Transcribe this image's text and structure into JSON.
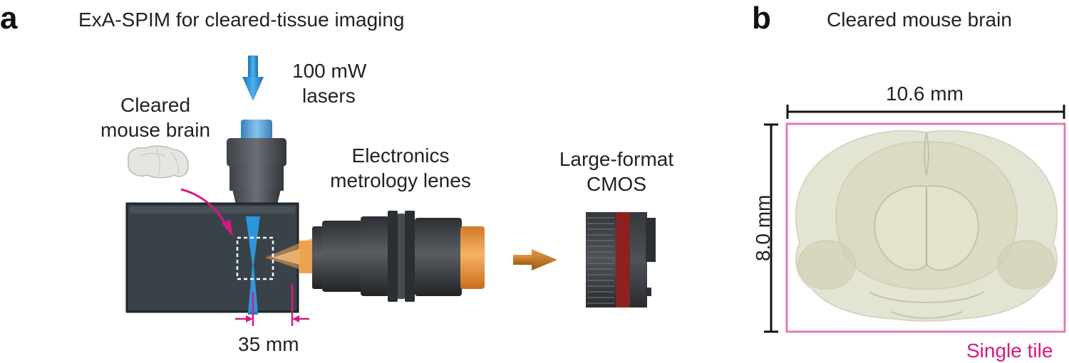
{
  "panel_a": {
    "letter": "a",
    "title": "ExA-SPIM for cleared-tissue imaging",
    "labels": {
      "laser_line1": "100 mW",
      "laser_line2": "lasers",
      "brain_line1": "Cleared",
      "brain_line2": "mouse brain",
      "lens_line1": "Electronics",
      "lens_line2": "metrology lenes",
      "camera_line1": "Large-format",
      "camera_line2": "CMOS",
      "working_distance": "35 mm"
    }
  },
  "panel_b": {
    "letter": "b",
    "title": "Cleared mouse brain",
    "width_label": "10.6 mm",
    "height_label": "8.0 mm",
    "tile_label": "Single tile"
  },
  "colors": {
    "laser_blue": "#2a8fd6",
    "magenta": "#d6187f",
    "chamber": "#3a444d",
    "orange_light": "#f0a04a",
    "camera_red": "#8a2222",
    "tile_pink": "#e47cb4",
    "brain_fill": "#dcdcc4"
  }
}
